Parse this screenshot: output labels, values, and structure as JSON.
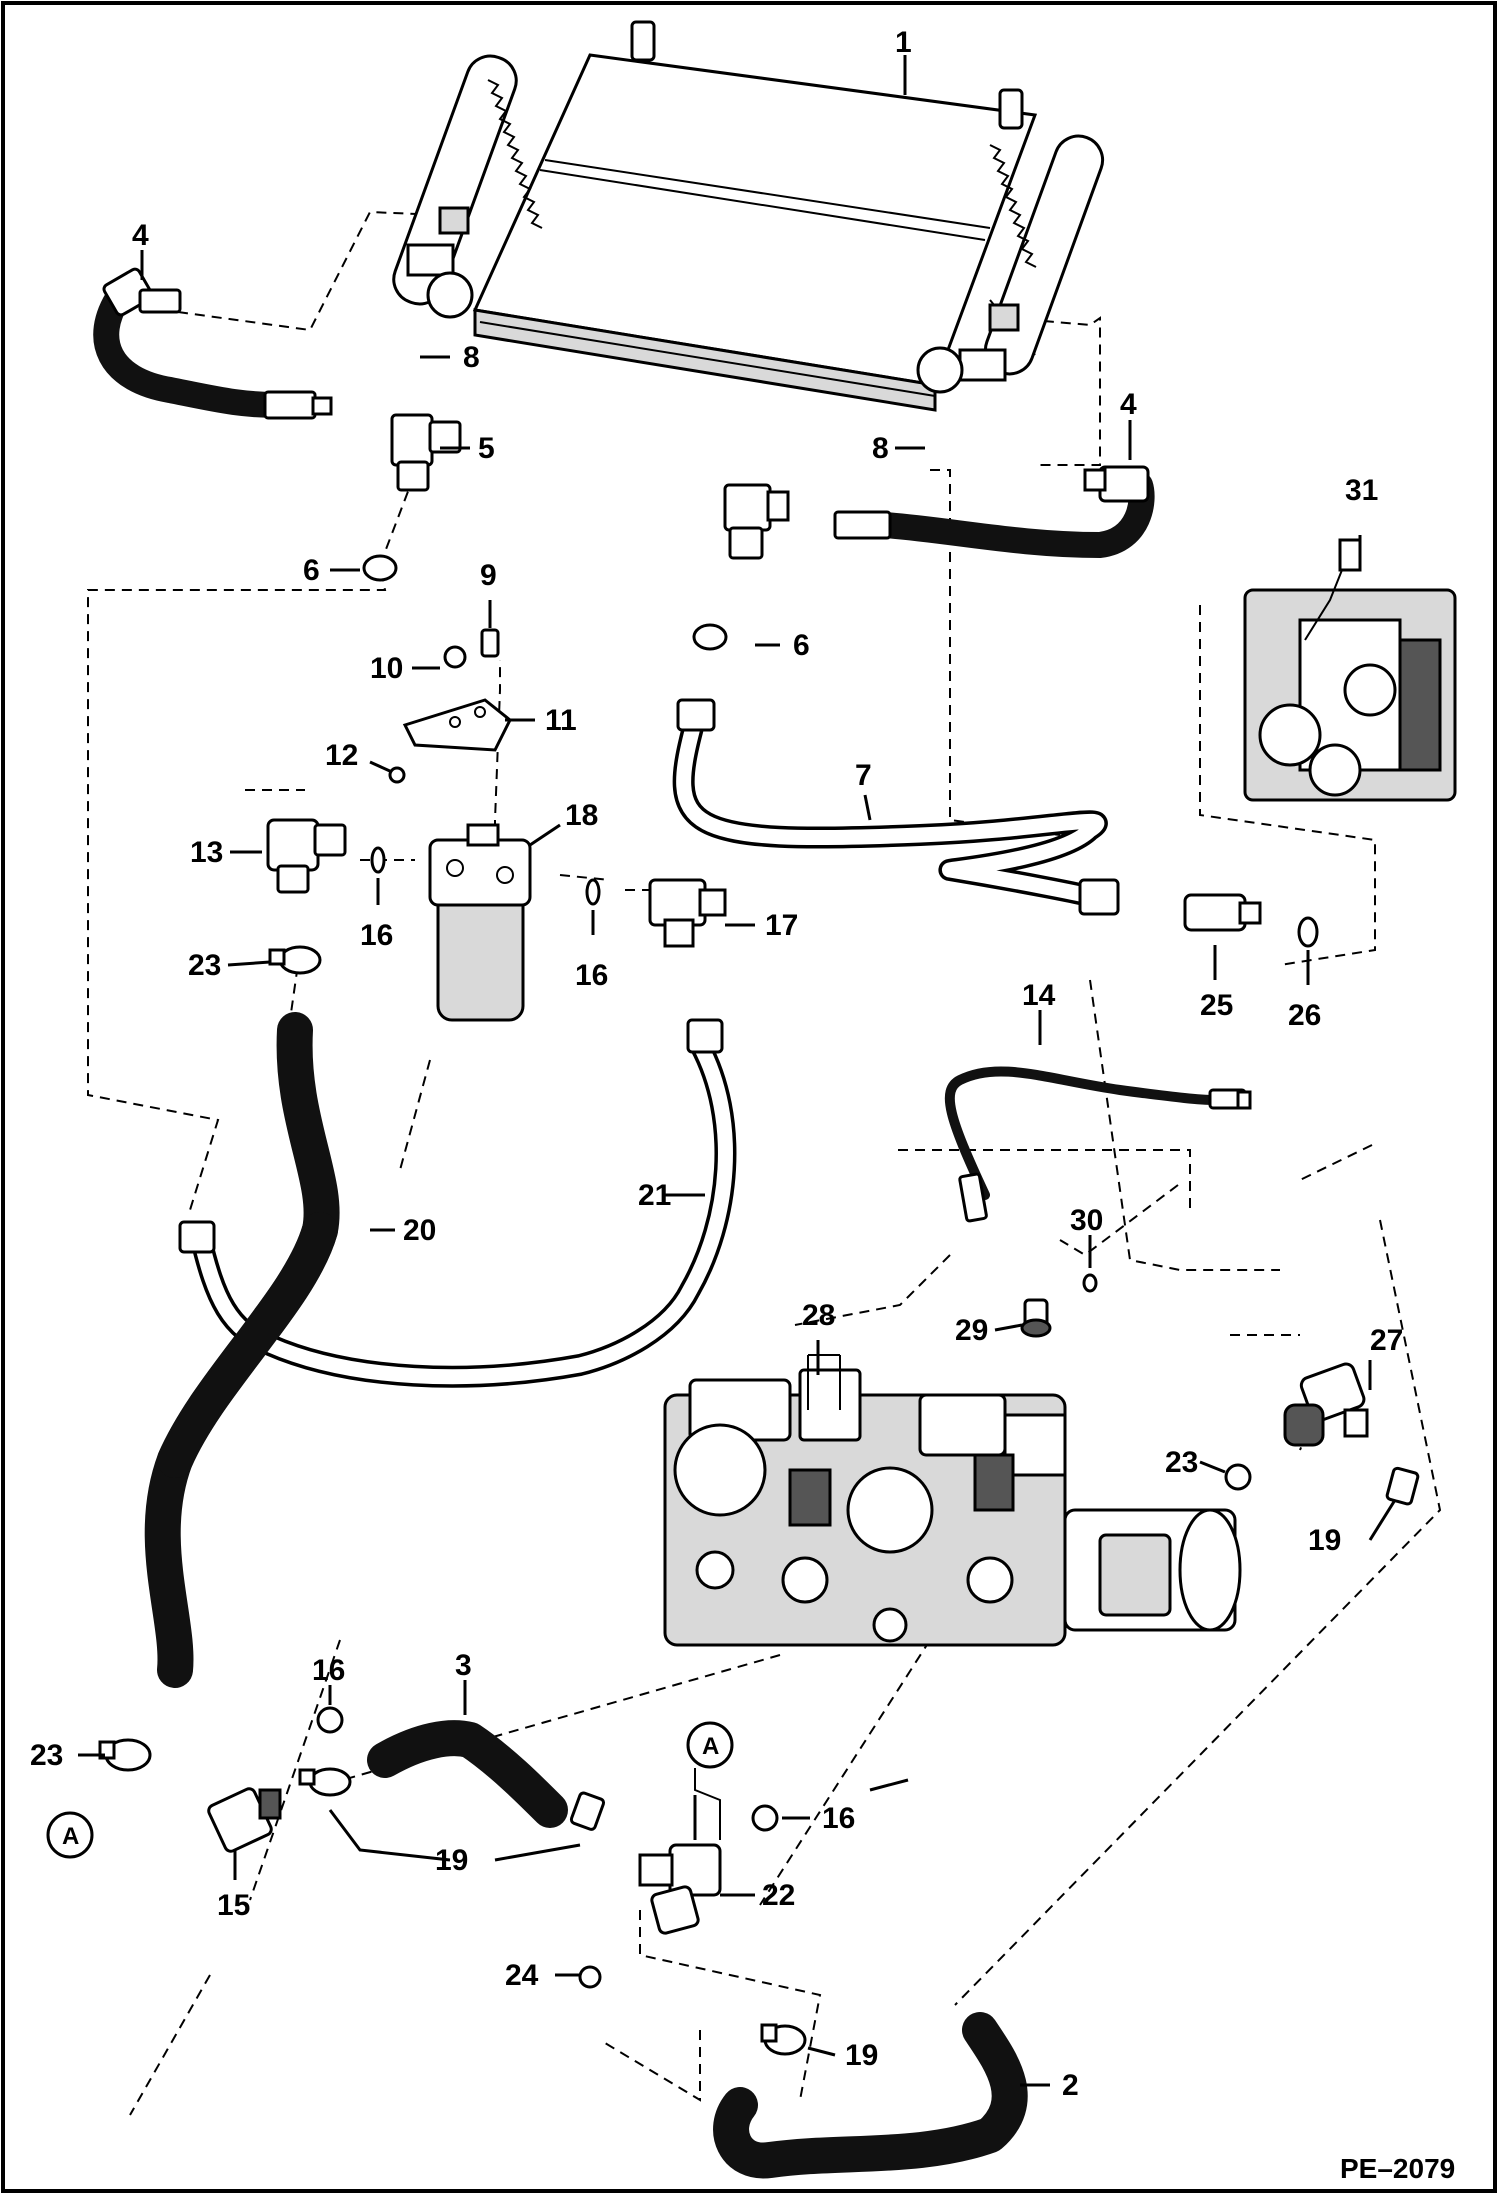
{
  "drawing_code": "PE–2079",
  "callouts": {
    "c1": "1",
    "c2": "2",
    "c3": "3",
    "c4a": "4",
    "c4b": "4",
    "c5": "5",
    "c6a": "6",
    "c6b": "6",
    "c7": "7",
    "c8a": "8",
    "c8b": "8",
    "c9": "9",
    "c10": "10",
    "c11": "11",
    "c12": "12",
    "c13": "13",
    "c14": "14",
    "c15": "15",
    "c16a": "16",
    "c16b": "16",
    "c16c": "16",
    "c16d": "16",
    "c17": "17",
    "c18": "18",
    "c19a": "19",
    "c19b": "19",
    "c19c": "19",
    "c20": "20",
    "c21": "21",
    "c22": "22",
    "c23a": "23",
    "c23b": "23",
    "c23c": "23",
    "c24": "24",
    "c25": "25",
    "c26": "26",
    "c27": "27",
    "c28": "28",
    "c29": "29",
    "c30": "30",
    "c31": "31"
  },
  "reference_markers": {
    "a1": "A",
    "a2": "A"
  }
}
